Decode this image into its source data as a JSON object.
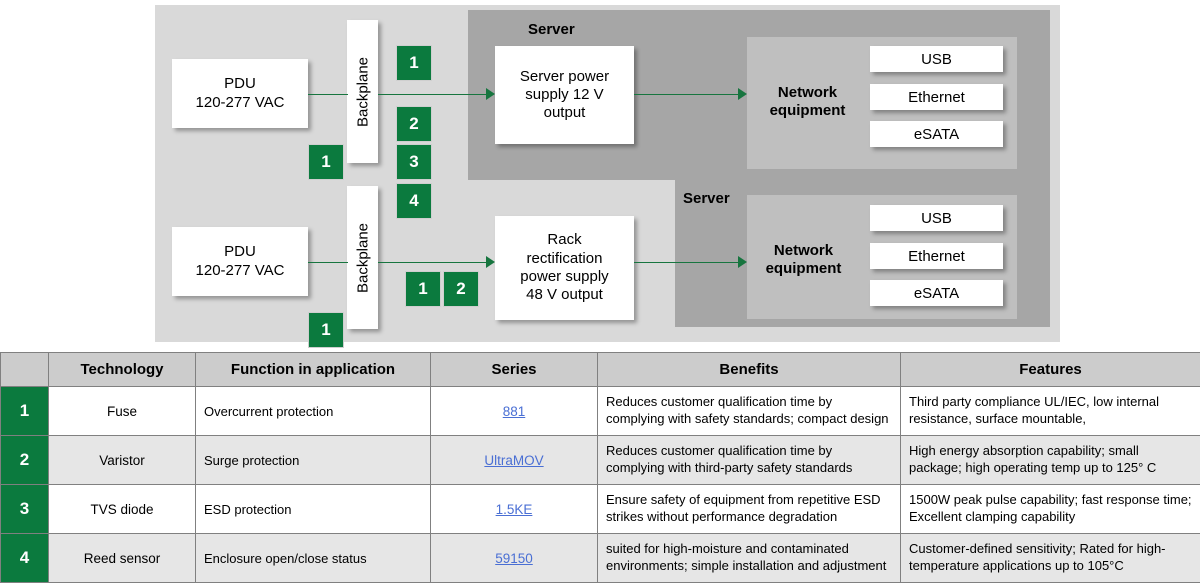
{
  "diagram": {
    "rows": [
      {
        "pdu": "PDU\n120-277 VAC",
        "pdu_line1": "PDU",
        "pdu_line2": "120-277 VAC",
        "backplane_label": "Backplane",
        "psu_line1": "Server power",
        "psu_line2": "supply 12 V",
        "psu_line3": "output",
        "server_label": "Server",
        "network_label_line1": "Network",
        "network_label_line2": "equipment",
        "ports": [
          "USB",
          "Ethernet",
          "eSATA"
        ],
        "badges_left": [
          "1"
        ],
        "badges_right": [
          "1",
          "2",
          "3",
          "4"
        ]
      },
      {
        "pdu_line1": "PDU",
        "pdu_line2": "120-277 VAC",
        "backplane_label": "Backplane",
        "psu_line1": "Rack",
        "psu_line2": "rectification",
        "psu_line3": "power supply",
        "psu_line4": "48 V output",
        "server_label": "Server",
        "network_label_line1": "Network",
        "network_label_line2": "equipment",
        "ports": [
          "USB",
          "Ethernet",
          "eSATA"
        ],
        "badges_left": [
          "1"
        ],
        "badges_right": [
          "1",
          "2"
        ]
      }
    ],
    "colors": {
      "green_badge": "#0b7a3e",
      "wire_green": "#17753f",
      "outer_gray": "#d9d9d9",
      "server_gray": "#a6a6a6",
      "network_gray": "#bfbfbf"
    }
  },
  "table": {
    "headers": [
      "",
      "Technology",
      "Function in application",
      "Series",
      "Benefits",
      "Features"
    ],
    "rows": [
      {
        "num": "1",
        "technology": "Fuse",
        "function": "Overcurrent protection",
        "series": "881",
        "benefits": "Reduces customer qualification time by complying with safety standards; compact design",
        "features": "Third party compliance UL/IEC, low internal resistance, surface mountable,"
      },
      {
        "num": "2",
        "technology": "Varistor",
        "function": "Surge protection",
        "series": "UltraMOV",
        "benefits": "Reduces customer qualification time by complying with third-party safety standards",
        "features": "High energy absorption capability; small package; high operating temp up to 125° C"
      },
      {
        "num": "3",
        "technology": "TVS diode",
        "function": "ESD protection",
        "series": "1.5KE",
        "benefits": "Ensure safety of equipment from repetitive ESD strikes  without performance degradation",
        "features": "1500W peak pulse capability; fast response time; Excellent clamping capability"
      },
      {
        "num": "4",
        "technology": "Reed sensor",
        "function": "Enclosure open/close status",
        "series": "59150",
        "benefits": "suited for high-moisture and contaminated environments; simple installation and adjustment",
        "features": "Customer-defined sensitivity; Rated for high-temperature applications up to 105°C"
      }
    ]
  }
}
